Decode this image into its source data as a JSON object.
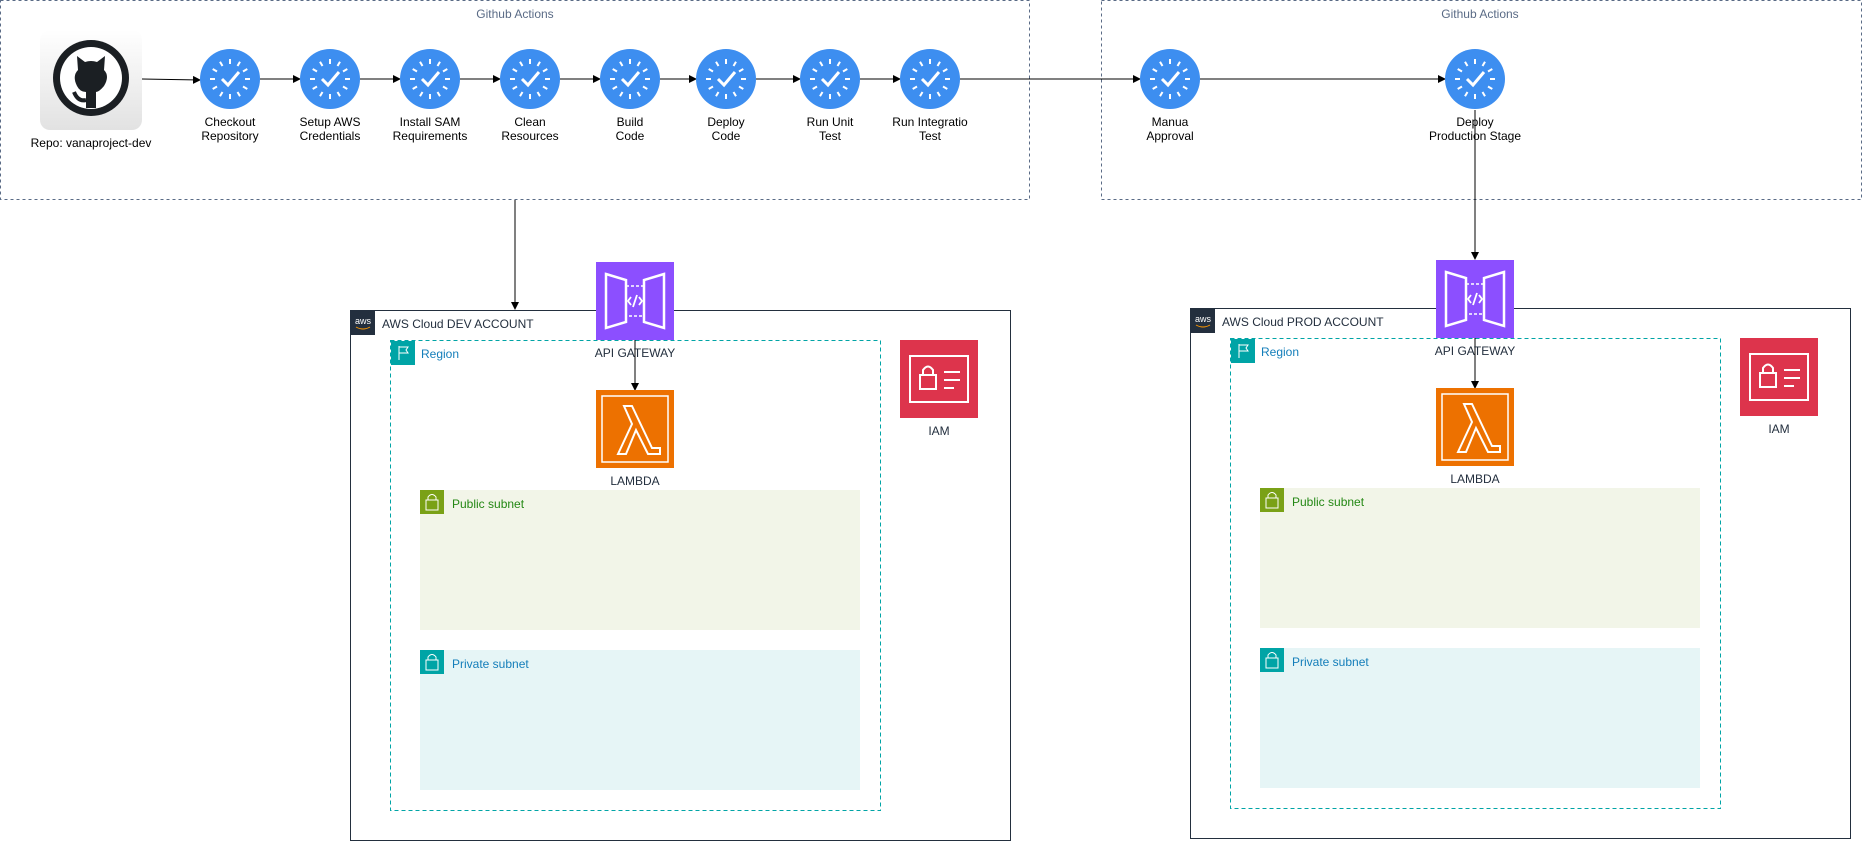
{
  "colors": {
    "step_blue": "#3d8ef0",
    "api_purple": "#8c4fff",
    "lambda_orange": "#ed7100",
    "iam_red": "#dd344c",
    "region_teal": "#00a4a6",
    "public_green": "#7aa116",
    "public_fill": "#f2f5e8",
    "private_fill": "#e6f5f6"
  },
  "github_groups": [
    "Github Actions",
    "Github Actions"
  ],
  "repo": {
    "label": "Repo: vanaproject-dev",
    "icon": "github-icon"
  },
  "dev_steps": [
    "Checkout\nRepository",
    "Setup AWS\nCredentials",
    "Install SAM\nRequirements",
    "Clean\nResources",
    "Build\nCode",
    "Deploy\nCode",
    "Run Unit\nTest",
    "Run Integratio\nTest"
  ],
  "prod_steps": [
    "Manua\nApproval",
    "Deploy\nProduction Stage"
  ],
  "accounts": [
    {
      "title": "AWS Cloud DEV ACCOUNT",
      "region": "Region",
      "api_gateway": "API GATEWAY",
      "lambda": "LAMBDA",
      "iam": "IAM",
      "public_subnet": "Public subnet",
      "private_subnet": "Private subnet"
    },
    {
      "title": "AWS Cloud PROD ACCOUNT",
      "region": "Region",
      "api_gateway": "API GATEWAY",
      "lambda": "LAMBDA",
      "iam": "IAM",
      "public_subnet": "Public subnet",
      "private_subnet": "Private subnet"
    }
  ]
}
